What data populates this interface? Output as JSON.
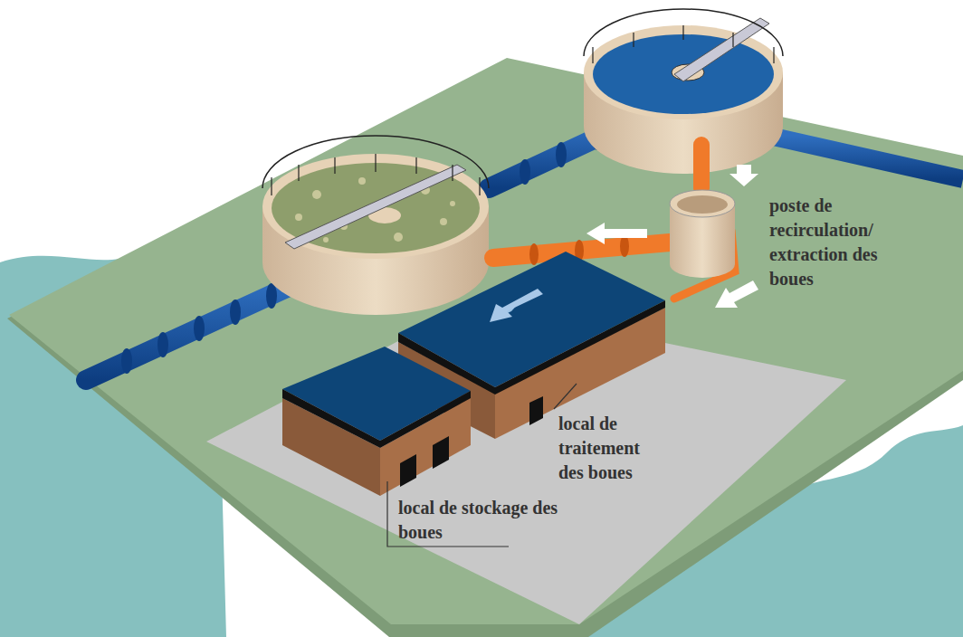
{
  "diagram": {
    "labels": [
      "poste de recirculation/ extraction des boues",
      "local de traitement des boues",
      "local de stockage des boues"
    ]
  }
}
